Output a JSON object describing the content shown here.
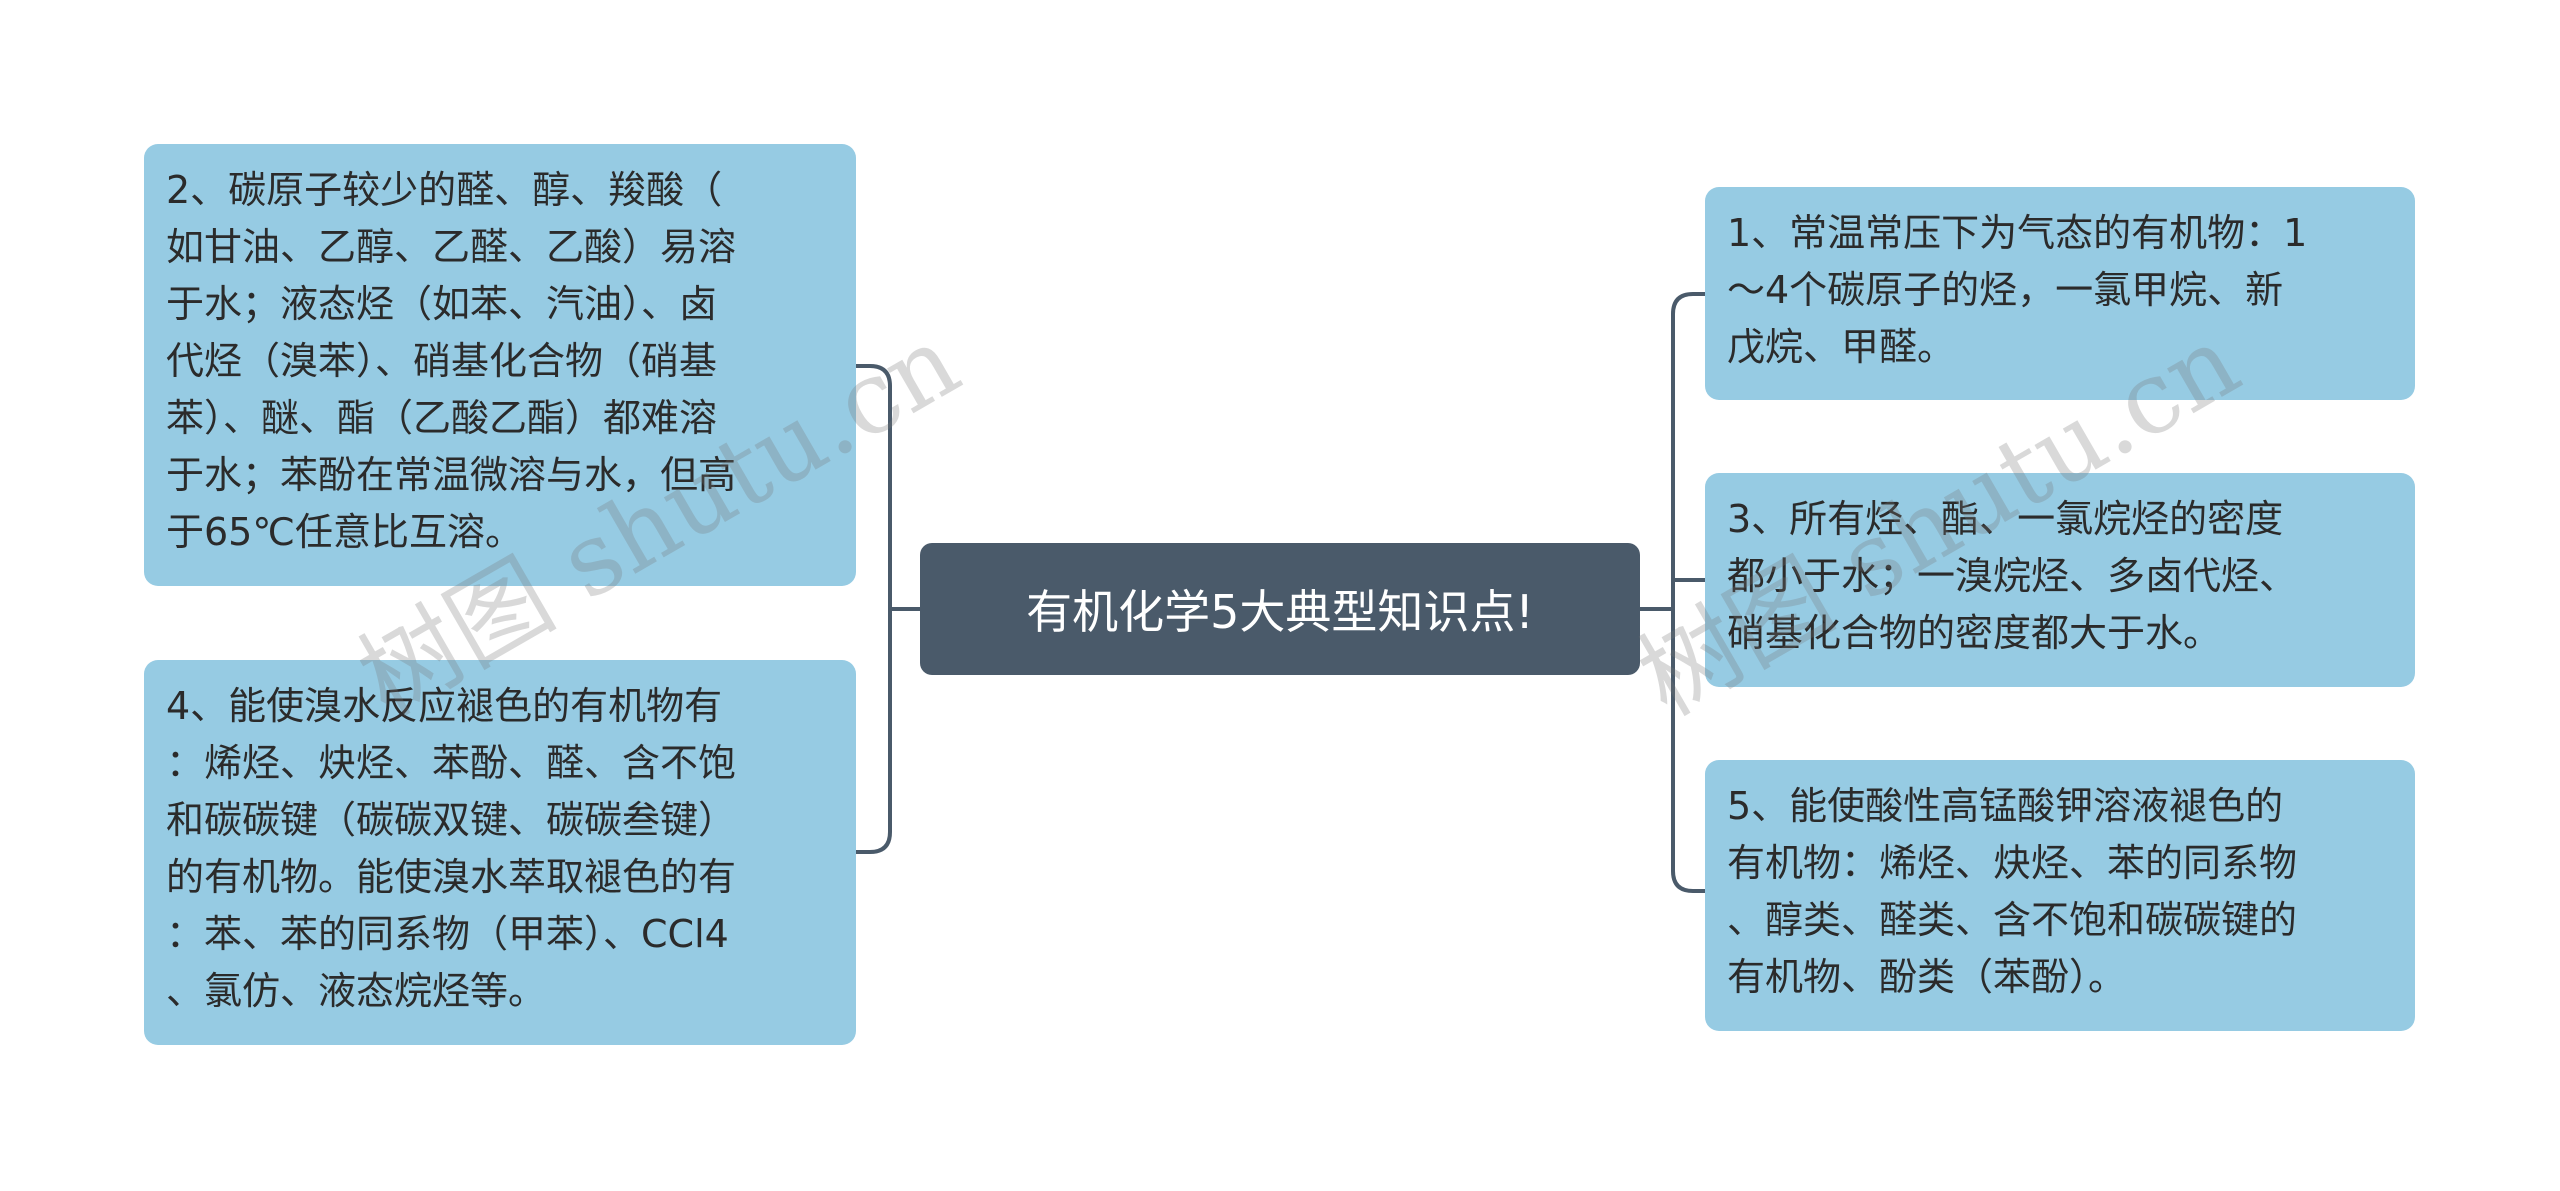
{
  "center": {
    "title": "有机化学5大典型知识点!"
  },
  "left": [
    {
      "lines": [
        "2、碳原子较少的醛、醇、羧酸（",
        "如甘油、乙醇、乙醛、乙酸）易溶",
        "于水；液态烃（如苯、汽油）、卤",
        "代烃（溴苯）、硝基化合物（硝基",
        "苯）、醚、酯（乙酸乙酯）都难溶",
        "于水；苯酚在常温微溶与水，但高",
        "于65℃任意比互溶。"
      ]
    },
    {
      "lines": [
        "4、能使溴水反应褪色的有机物有",
        "：烯烃、炔烃、苯酚、醛、含不饱",
        "和碳碳键（碳碳双键、碳碳叁键）",
        "的有机物。能使溴水萃取褪色的有",
        "：苯、苯的同系物（甲苯）、CCl4",
        "、氯仿、液态烷烃等。"
      ]
    }
  ],
  "right": [
    {
      "lines": [
        "1、常温常压下为气态的有机物：1",
        "～4个碳原子的烃，一氯甲烷、新",
        "戊烷、甲醛。"
      ]
    },
    {
      "lines": [
        "3、所有烃、酯、一氯烷烃的密度",
        "都小于水；一溴烷烃、多卤代烃、",
        "硝基化合物的密度都大于水。"
      ]
    },
    {
      "lines": [
        "5、能使酸性高锰酸钾溶液褪色的",
        "有机物：烯烃、炔烃、苯的同系物",
        "、醇类、醛类、含不饱和碳碳键的",
        "有机物、酚类（苯酚）。"
      ]
    }
  ],
  "watermark": "树图 shutu.cn",
  "colors": {
    "node": "#96cbe3",
    "center": "#4a5a6a",
    "line": "#4a5a6a"
  }
}
